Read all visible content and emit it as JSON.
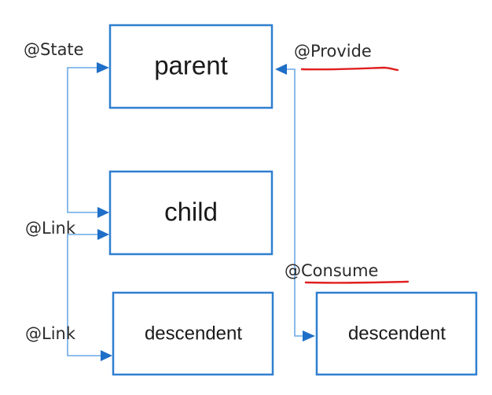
{
  "nodes": {
    "parent": "parent",
    "child": "child",
    "descendent_left": "descendent",
    "descendent_right": "descendent"
  },
  "annotations": {
    "state": "@State",
    "provide": "@Provide",
    "link_upper": "@Link",
    "link_lower": "@Link",
    "consume": "@Consume"
  },
  "colors": {
    "box_border": "#2f7fd0",
    "connector": "#6aaae6",
    "arrowhead": "#1f6fc8",
    "highlight_underline": "#e02020"
  }
}
